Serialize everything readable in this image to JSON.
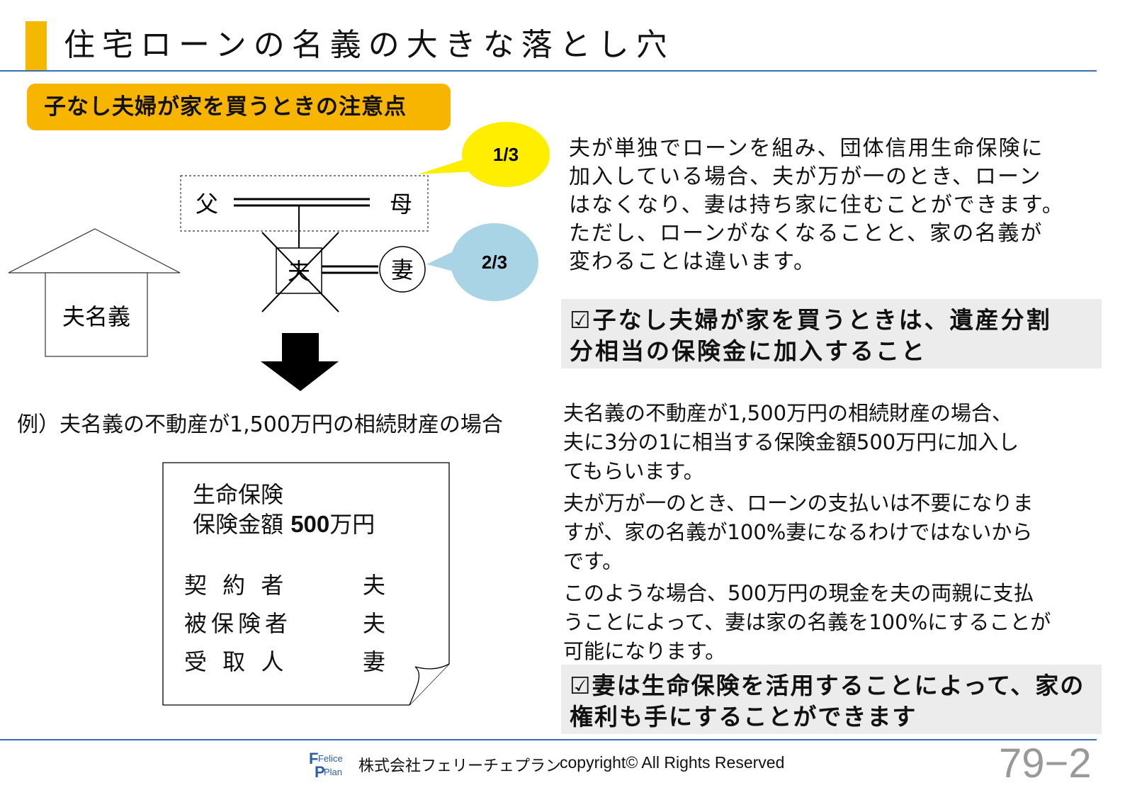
{
  "title": "住宅ローンの名義の大きな落とし穴",
  "subtitle": "子なし夫婦が家を買うときの注意点",
  "diagram": {
    "father": "父",
    "mother": "母",
    "husband": "夫",
    "wife": "妻",
    "parents_share": "1/3",
    "wife_share": "2/3",
    "house_label": "夫名義"
  },
  "example": "例）夫名義の不動産が1,500万円の相続財産の場合",
  "insurance_note": {
    "line1": "生命保険",
    "line2_prefix": "保険金額 ",
    "line2_amount": "500",
    "line2_suffix": "万円",
    "rows": [
      {
        "label": "契 約 者",
        "value": "夫"
      },
      {
        "label": "被保険者",
        "value": "夫"
      },
      {
        "label": "受 取 人",
        "value": "妻"
      }
    ]
  },
  "paragraph1": [
    "夫が単独でローンを組み、団体信用生命保険に",
    "加入している場合、夫が万が一のとき、ローン",
    "はなくなり、妻は持ち家に住むことができます。",
    "ただし、ローンがなくなることと、家の名義が",
    "変わることは違います。"
  ],
  "callout1": [
    "☑子なし夫婦が家を買うときは、遺産分割",
    "分相当の保険金に加入すること"
  ],
  "paragraph2": [
    [
      "夫名義の不動産が1,500万円の相続財産の場合、",
      "夫に3分の1に相当する保険金額500万円に加入し",
      "てもらいます。"
    ],
    [
      "夫が万が一のとき、ローンの支払いは不要になりま",
      "すが、家の名義が100%妻になるわけではないから",
      "です。"
    ],
    [
      "このような場合、500万円の現金を夫の両親に支払",
      "うことによって、妻は家の名義を100%にすることが",
      "可能になります。"
    ]
  ],
  "callout2": [
    "☑妻は生命保険を活用することによって、家の",
    "権利も手にすることができます"
  ],
  "footer": {
    "logo_top": "Felice",
    "logo_bottom": "Plan",
    "company": "株式会社フェリーチェプラン",
    "copyright": "copyright© All Rights Reserved",
    "page_number": "79−2"
  },
  "colors": {
    "accent": "#f5b800",
    "rule": "#3a6fb0",
    "bubble_yellow": "#ffee00",
    "bubble_blue": "#a9d4e6",
    "callout_bg": "#ececec"
  }
}
